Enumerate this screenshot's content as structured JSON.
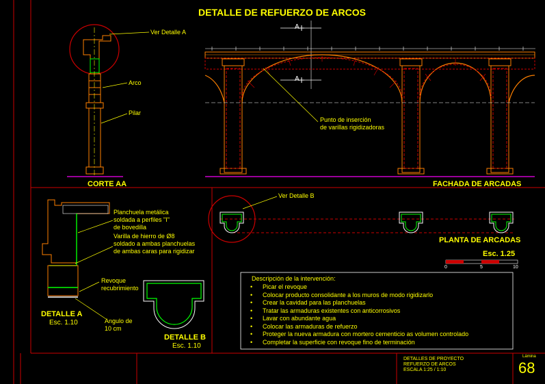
{
  "title": "DETALLE DE REFUERZO DE ARCOS",
  "section_marker": "A",
  "corte": {
    "title": "CORTE AA",
    "labels": {
      "detalle_a_ref": "Ver Detalle A",
      "arco": "Arco",
      "pilar": "Pilar"
    }
  },
  "fachada": {
    "title": "FACHADA DE ARCADAS",
    "insertion_note_1": "Punto de inserción",
    "insertion_note_2": "de varillas rigidizadoras"
  },
  "detalle_a": {
    "title": "DETALLE A",
    "scale": "Esc. 1.10",
    "notes": [
      "Planchuela metálica",
      "soldada a perfiles \"I\"",
      "de bovedilla",
      "Varilla de hierro de Ø8",
      "soldado a ambas planchuelas",
      "de ambas caras para rigidizar"
    ],
    "revoque_1": "Revoque",
    "revoque_2": "recubrimiento",
    "angulo_1": "Angulo de",
    "angulo_2": "10 cm"
  },
  "detalle_b": {
    "title": "DETALLE B",
    "scale": "Esc. 1.10"
  },
  "planta": {
    "title": "PLANTA DE ARCADAS",
    "detalle_b_ref": "Ver Detalle B"
  },
  "scale_bar": {
    "label": "Esc. 1.25",
    "ticks": [
      "0",
      "5",
      "10"
    ]
  },
  "description": {
    "heading": "Descripción de la intervención:",
    "steps": [
      "Picar el revoque",
      "Colocar producto consolidante a los muros de modo rigidizarlo",
      "Crear la cavidad para las planchuelas",
      "Tratar las armaduras existentes con anticorrosivos",
      "Lavar con abundante agua",
      "Colocar las armaduras de refuerzo",
      "Proteger la nueva armadura con mortero cementicio as volumen controlado",
      "Completar la superficie con revoque fino de terminación"
    ]
  },
  "title_block": {
    "line1": "DETALLES DE PROYECTO",
    "line2": "REFUERZO DE ARCOS",
    "line3": "ESCALA 1:25 / 1:10",
    "sheet_label": "Lámina",
    "sheet_number": "68"
  },
  "colors": {
    "background": "#000000",
    "text": "#ffff00",
    "frame": "#cc0000",
    "structure": "#ff8000",
    "reinforcement": "#00ff00",
    "base_line": "#cc00cc"
  }
}
